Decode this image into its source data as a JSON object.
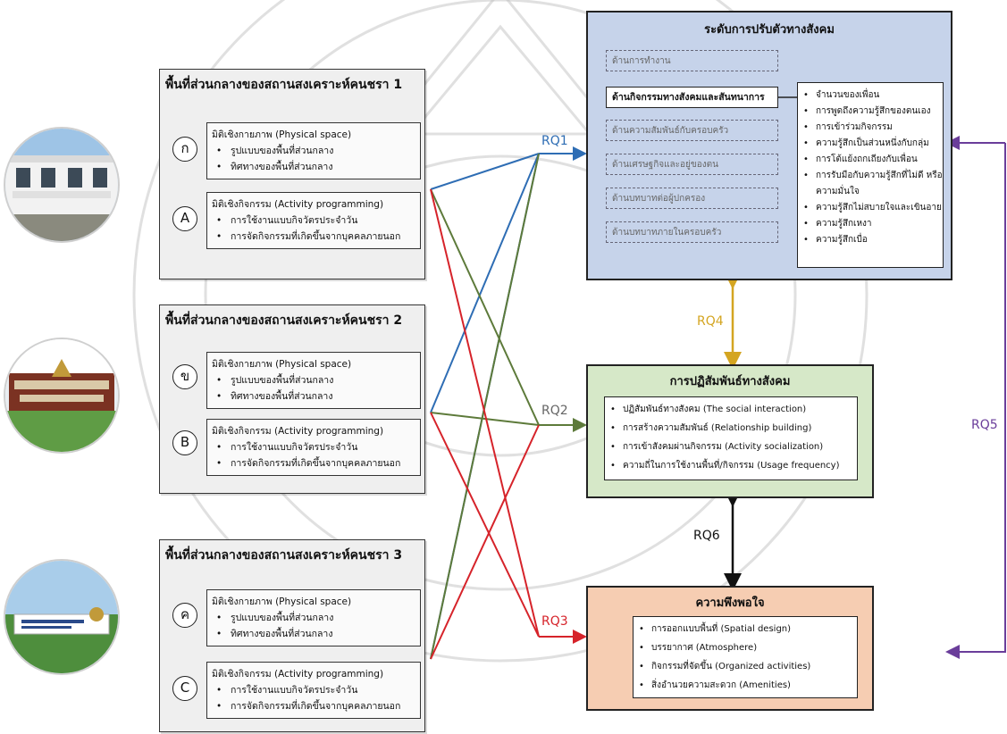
{
  "sites": [
    {
      "title": "พื้นที่ส่วนกลางของสถานสงเคราะห์คนชรา 1",
      "markers": [
        "ก",
        "A"
      ],
      "physical": {
        "heading": "มิติเชิงกายภาพ (Physical space)",
        "items": [
          "รูปแบบของพื้นที่ส่วนกลาง",
          "ทิศทางของพื้นที่ส่วนกลาง"
        ]
      },
      "activity": {
        "heading": "มิติเชิงกิจกรรม (Activity programming)",
        "items": [
          "การใช้งานแบบกิจวัตรประจำวัน",
          "การจัดกิจกรรมที่เกิดขึ้นจากบุคคลภายนอก"
        ]
      }
    },
    {
      "title": "พื้นที่ส่วนกลางของสถานสงเคราะห์คนชรา 2",
      "markers": [
        "ข",
        "B"
      ],
      "physical": {
        "heading": "มิติเชิงกายภาพ (Physical space)",
        "items": [
          "รูปแบบของพื้นที่ส่วนกลาง",
          "ทิศทางของพื้นที่ส่วนกลาง"
        ]
      },
      "activity": {
        "heading": "มิติเชิงกิจกรรม (Activity programming)",
        "items": [
          "การใช้งานแบบกิจวัตรประจำวัน",
          "การจัดกิจกรรมที่เกิดขึ้นจากบุคคลภายนอก"
        ]
      }
    },
    {
      "title": "พื้นที่ส่วนกลางของสถานสงเคราะห์คนชรา 3",
      "markers": [
        "ค",
        "C"
      ],
      "physical": {
        "heading": "มิติเชิงกายภาพ (Physical space)",
        "items": [
          "รูปแบบของพื้นที่ส่วนกลาง",
          "ทิศทางของพื้นที่ส่วนกลาง"
        ]
      },
      "activity": {
        "heading": "มิติเชิงกิจกรรม (Activity programming)",
        "items": [
          "การใช้งานแบบกิจวัตรประจำวัน",
          "การจัดกิจกรรมที่เกิดขึ้นจากบุคคลภายนอก"
        ]
      }
    }
  ],
  "adaptation": {
    "title": "ระดับการปรับตัวทางสังคม",
    "dimmed": [
      "ด้านการทำงาน",
      "ด้านความสัมพันธ์กับครอบครัว",
      "ด้านเศรษฐกิจและอยู่ของตน",
      "ด้านบทบาทต่อผู้ปกครอง",
      "ด้านบทบาทภายในครอบครัว"
    ],
    "highlight": "ด้านกิจกรรมทางสังคมและสันทนาการ",
    "items": [
      "จำนวนของเพื่อน",
      "การพูดถึงความรู้สึกของตนเอง",
      "การเข้าร่วมกิจกรรม",
      "ความรู้สึกเป็นส่วนหนึ่งกับกลุ่ม",
      "การโต้แย้งถกเถียงกับเพื่อน",
      "การรับมือกับความรู้สึกที่ไม่ดี หรือ",
      "ความมั่นใจ",
      "ความรู้สึกไม่สบายใจและเขินอาย",
      "ความรู้สึกเหงา",
      "ความรู้สึกเบื่อ"
    ]
  },
  "interaction": {
    "title": "การปฏิสัมพันธ์ทางสังคม",
    "items": [
      "ปฏิสัมพันธ์ทางสังคม (The social interaction)",
      "การสร้างความสัมพันธ์ (Relationship building)",
      "การเข้าสังคมผ่านกิจกรรม (Activity socialization)",
      "ความถี่ในการใช้งานพื้นที่/กิจกรรม (Usage frequency)"
    ]
  },
  "satisfaction": {
    "title": "ความพึงพอใจ",
    "items": [
      "การออกแบบพื้นที่ (Spatial design)",
      "บรรยากาศ (Atmosphere)",
      "กิจกรรมที่จัดขึ้น (Organized activities)",
      "สิ่งอำนวยความสะดวก (Amenities)"
    ]
  },
  "rq": {
    "rq1": "RQ1",
    "rq2": "RQ2",
    "rq3": "RQ3",
    "rq4": "RQ4",
    "rq5": "RQ5",
    "rq6": "RQ6"
  },
  "colors": {
    "rq1": "#2e6db4",
    "rq2": "#5d7a3a",
    "rq3": "#d6232a",
    "rq4": "#d4a521",
    "rq5": "#6a3d9a",
    "rq6": "#111111",
    "adaptation_bg": "#c6d3ea",
    "interaction_bg": "#d6e8c8",
    "satisfaction_bg": "#f6cdb2"
  }
}
